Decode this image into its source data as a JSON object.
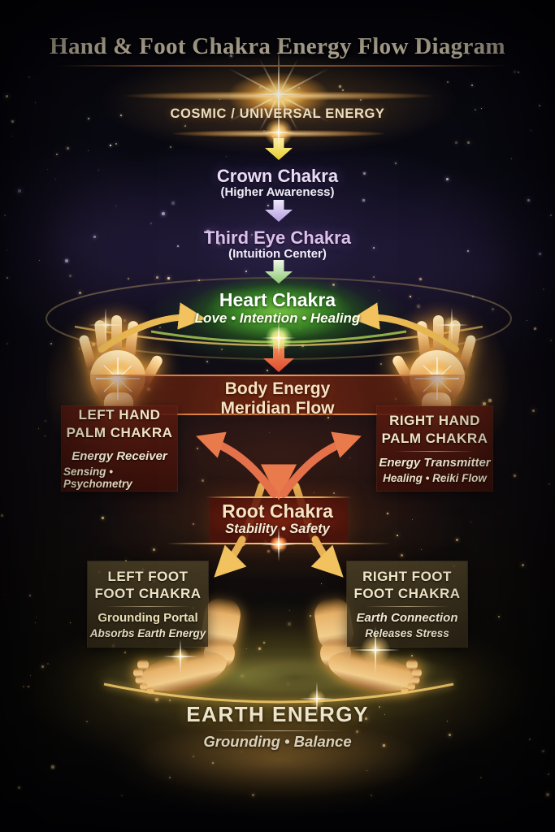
{
  "title": "Hand & Foot Chakra Energy Flow Diagram",
  "cosmic": {
    "label": "COSMIC / UNIVERSAL ENERGY"
  },
  "nodes": {
    "crown": {
      "title": "Crown Chakra",
      "subtitle": "(Higher Awareness)"
    },
    "third_eye": {
      "title": "Third Eye Chakra",
      "subtitle": "(Intuition Center)"
    },
    "heart": {
      "title": "Heart Chakra",
      "subtitle": "Love • Intention • Healing"
    },
    "body": {
      "line1": "Body Energy",
      "line2": "Meridian Flow"
    },
    "left_hand": {
      "line1": "LEFT HAND",
      "line2": "PALM CHAKRA",
      "sub1": "Energy Receiver",
      "sub2": "Sensing • Psychometry"
    },
    "right_hand": {
      "line1": "RIGHT HAND",
      "line2": "PALM CHAKRA",
      "sub1": "Energy Transmitter",
      "sub2": "Healing • Reiki Flow"
    },
    "root": {
      "title": "Root Chakra",
      "subtitle": "Stability • Safety"
    },
    "left_foot": {
      "line1": "LEFT FOOT",
      "line2": "FOOT CHAKRA",
      "sub1": "Grounding Portal",
      "sub2": "Absorbs Earth Energy"
    },
    "right_foot": {
      "line1": "RIGHT FOOT",
      "line2": "FOOT CHAKRA",
      "sub1": "Earth Connection",
      "sub2": "Releases Stress"
    },
    "earth": {
      "title": "EARTH ENERGY",
      "subtitle": "Grounding • Balance"
    }
  },
  "colors": {
    "background": "#0a0b14",
    "title_text": "#ece0c4",
    "cream_text": "#f3e9d0",
    "gold_arrow": "#e9b44c",
    "yellow_arrow": "#f2de4a",
    "lavender_arrow": "#c3abe8",
    "green_arrow": "#9ed080",
    "orange_arrow": "#e4714a",
    "heart_green": "#3f9e2a",
    "maroon_panel": "#45150d",
    "olive_panel": "#3c3320"
  }
}
